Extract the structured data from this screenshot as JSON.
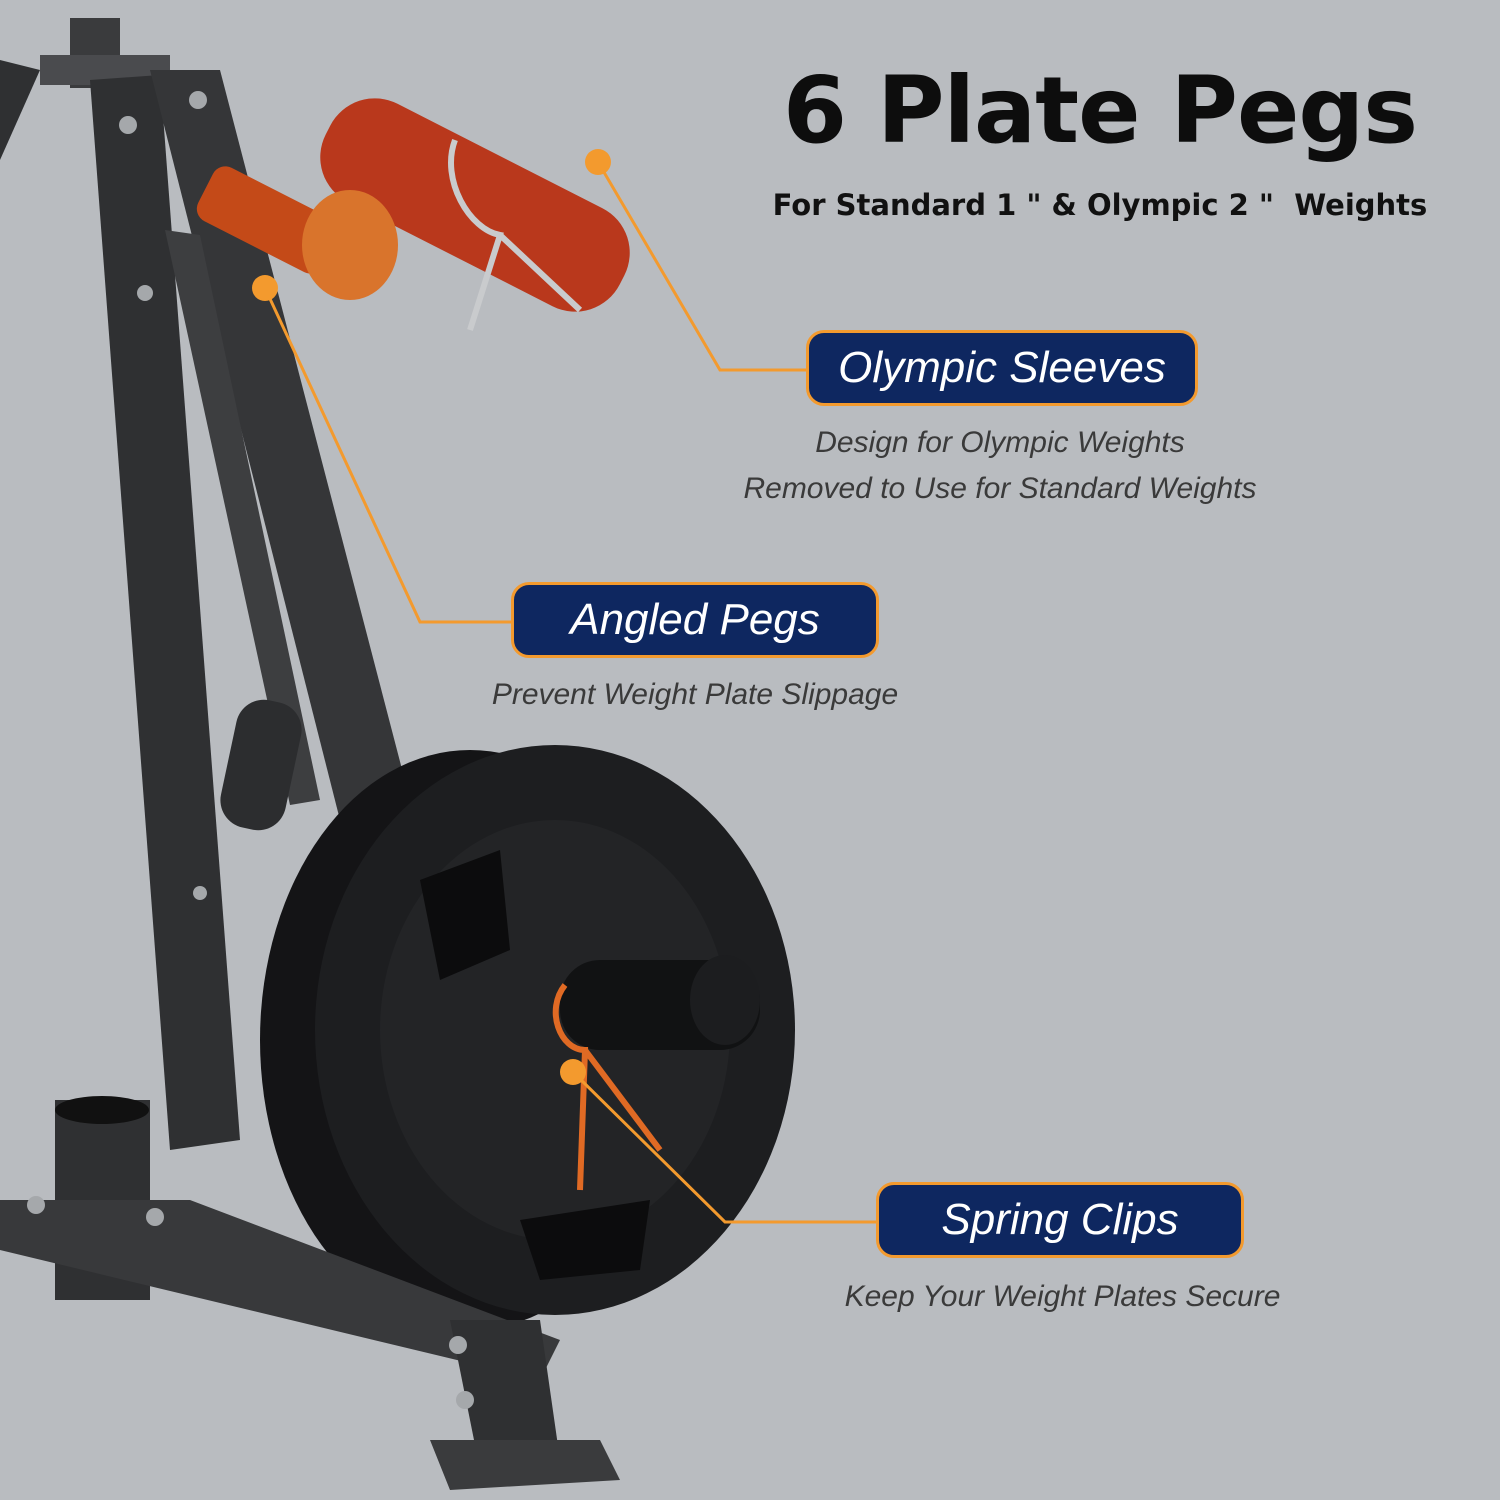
{
  "title": "6 Plate Pegs",
  "subtitle": "For Standard 1 \" & Olympic 2 \"  Weights",
  "callouts": [
    {
      "label": "Olympic Sleeves",
      "desc": [
        "Design for Olympic Weights",
        "Removed to Use for Standard Weights"
      ]
    },
    {
      "label": "Angled Pegs",
      "desc": [
        "Prevent Weight Plate Slippage"
      ]
    },
    {
      "label": "Spring Clips",
      "desc": [
        "Keep Your Weight Plates Secure"
      ]
    }
  ],
  "colors": {
    "background": "#b9bcc0",
    "pill_fill": "#0e2760",
    "accent": "#f39a2e",
    "frame": "#2f3032"
  }
}
